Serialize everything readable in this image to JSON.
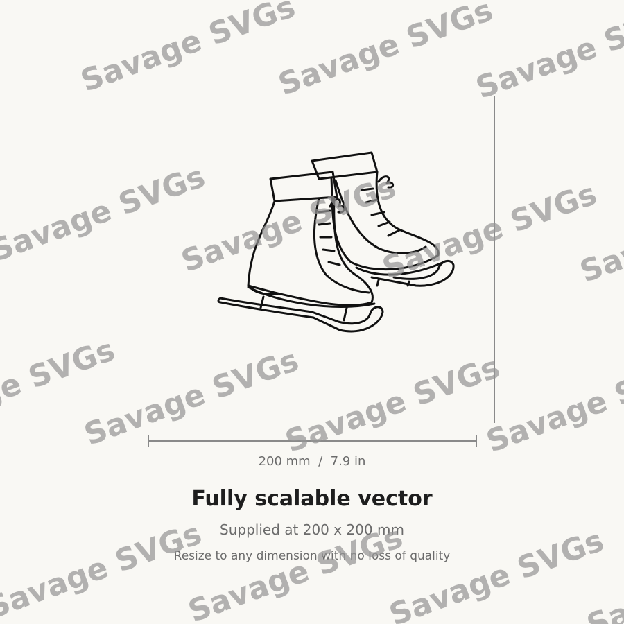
{
  "artwork": {
    "subject": "ice-skates-line-art",
    "stroke_color": "#111111"
  },
  "dimension": {
    "label": "200 mm  /  7.9 in"
  },
  "headline": "Fully scalable vector",
  "supplied": "Supplied at 200 x 200 mm",
  "resize_note": "Resize to any dimension with no loss of quality",
  "watermark": {
    "text": "Savage SVGs",
    "color": "#969696"
  },
  "colors": {
    "background": "#f9f8f4",
    "dimension_line": "#8a8a8a",
    "headline": "#1e1e1e",
    "secondary_text": "#6b6b6b"
  }
}
